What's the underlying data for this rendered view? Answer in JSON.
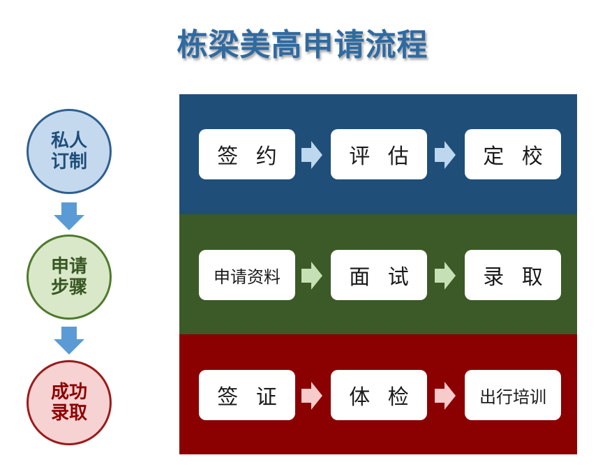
{
  "title": "栋梁美高申请流程",
  "stages": [
    {
      "line1": "私人",
      "line2": "订制"
    },
    {
      "line1": "申请",
      "line2": "步骤"
    },
    {
      "line1": "成功",
      "line2": "录取"
    }
  ],
  "rows": [
    {
      "steps": [
        "签 约",
        "评 估",
        "定 校"
      ],
      "band_color": "#1f4e79",
      "arrow_color": "#bdd7ee"
    },
    {
      "steps": [
        "申请资料",
        "面 试",
        "录 取"
      ],
      "band_color": "#3b5a27",
      "arrow_color": "#c5e0b4"
    },
    {
      "steps": [
        "签 证",
        "体 检",
        "出行培训"
      ],
      "band_color": "#8b0000",
      "arrow_color": "#f8cbcb"
    }
  ],
  "colors": {
    "title": "#2f6aa1",
    "down_arrow": "#5b9bd5"
  }
}
